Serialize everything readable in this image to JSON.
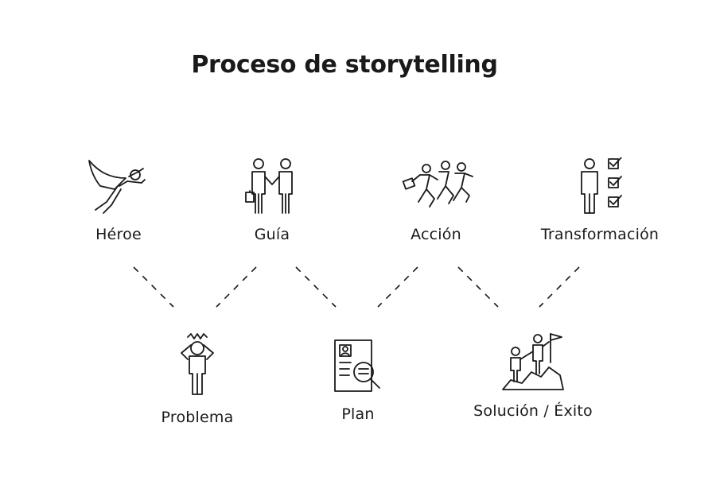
{
  "title": "Proceso de storytelling",
  "top_row": [
    {
      "label": "Héroe",
      "icon": "superhero-flying-icon"
    },
    {
      "label": "Guía",
      "icon": "handshake-icon"
    },
    {
      "label": "Acción",
      "icon": "running-people-icon"
    },
    {
      "label": "Transformación",
      "icon": "person-checklist-icon"
    }
  ],
  "bottom_row": [
    {
      "label": "Problema",
      "icon": "stressed-person-icon"
    },
    {
      "label": "Plan",
      "icon": "document-magnifier-icon"
    },
    {
      "label": "Solución / Éxito",
      "icon": "mountain-climbers-flag-icon"
    }
  ],
  "colors": {
    "ink": "#1a1a1a",
    "background": "#ffffff"
  }
}
